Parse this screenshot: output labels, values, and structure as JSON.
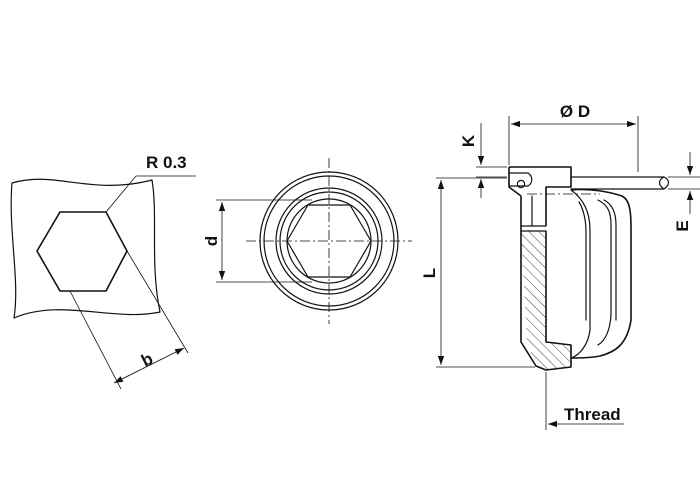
{
  "labels": {
    "radius": "R 0.3",
    "hex_width": "b",
    "bore": "d",
    "diameter": "Ø D",
    "head_thickness": "K",
    "length": "L",
    "grip": "E",
    "thread": "Thread"
  }
}
